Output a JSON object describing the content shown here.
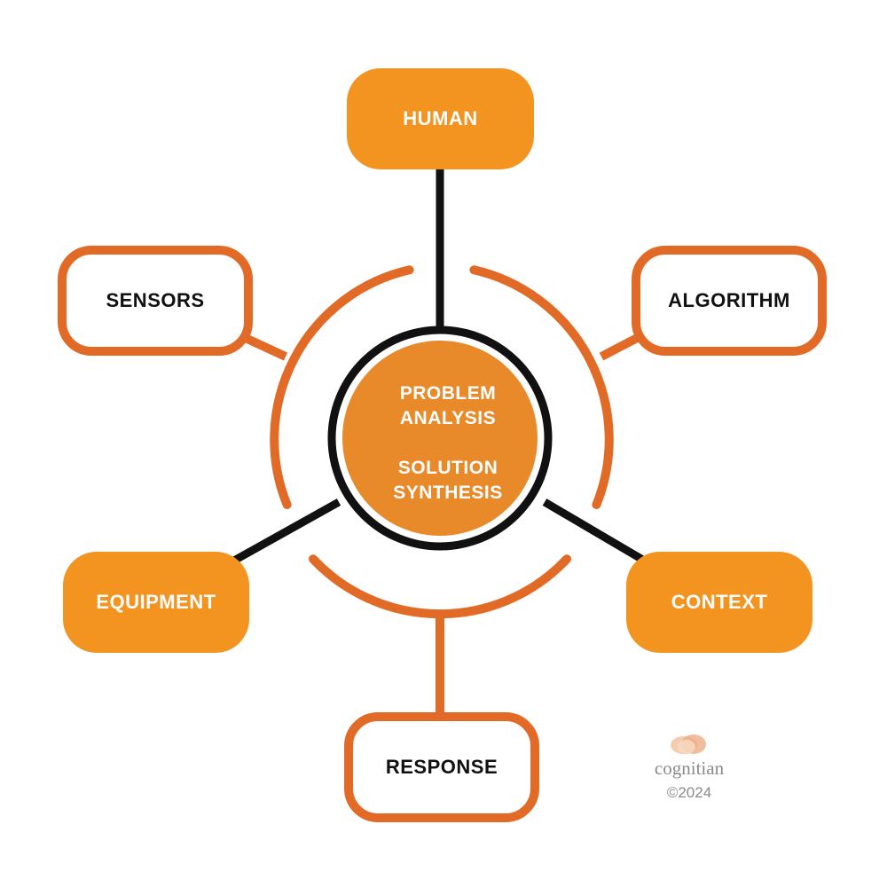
{
  "colors": {
    "accent_orange": "#f39320",
    "outline_orange": "#e06a26",
    "center_fill": "#e88a2a",
    "connector_black": "#111111",
    "text_dark": "#111111",
    "text_light": "#ffffff",
    "brand_gray": "#8a8a8a"
  },
  "center": {
    "line1": "PROBLEM",
    "line2": "ANALYSIS",
    "line3": "SOLUTION",
    "line4": "SYNTHESIS"
  },
  "nodes": {
    "human": "HUMAN",
    "sensors": "SENSORS",
    "algorithm": "ALGORITHM",
    "equipment": "EQUIPMENT",
    "context": "CONTEXT",
    "response": "RESPONSE"
  },
  "brand": {
    "name": "cognitian",
    "copyright": "©2024",
    "logo_icon": "cognitian-logo-icon"
  }
}
